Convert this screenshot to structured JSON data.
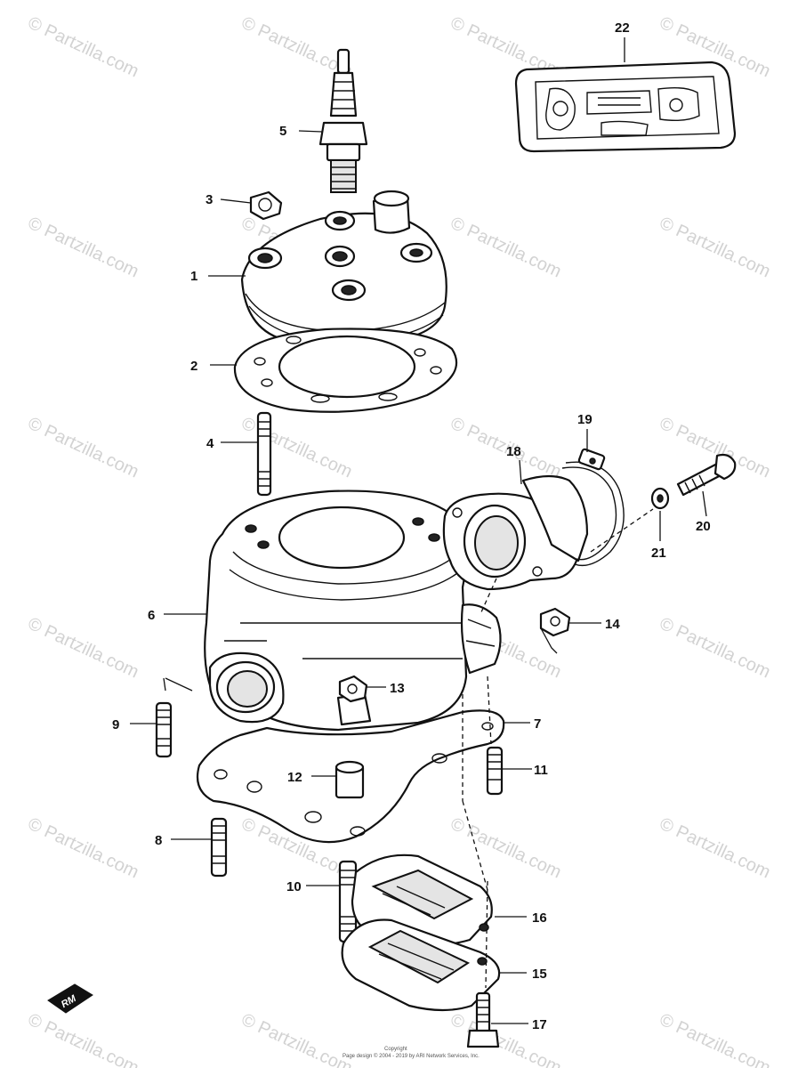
{
  "watermark": {
    "text": "© Partzilla.com"
  },
  "callouts": [
    {
      "id": "1",
      "label": "1"
    },
    {
      "id": "2",
      "label": "2"
    },
    {
      "id": "3",
      "label": "3"
    },
    {
      "id": "4",
      "label": "4"
    },
    {
      "id": "5",
      "label": "5"
    },
    {
      "id": "6",
      "label": "6"
    },
    {
      "id": "7",
      "label": "7"
    },
    {
      "id": "8",
      "label": "8"
    },
    {
      "id": "9",
      "label": "9"
    },
    {
      "id": "10",
      "label": "10"
    },
    {
      "id": "11",
      "label": "11"
    },
    {
      "id": "12",
      "label": "12"
    },
    {
      "id": "13",
      "label": "13"
    },
    {
      "id": "14",
      "label": "14"
    },
    {
      "id": "15",
      "label": "15"
    },
    {
      "id": "16",
      "label": "16"
    },
    {
      "id": "17",
      "label": "17"
    },
    {
      "id": "18",
      "label": "18"
    },
    {
      "id": "19",
      "label": "19"
    },
    {
      "id": "20",
      "label": "20"
    },
    {
      "id": "21",
      "label": "21"
    },
    {
      "id": "22",
      "label": "22"
    }
  ],
  "footer": {
    "line1": "Copyright",
    "line2": "Page design © 2004 - 2019 by ARI Network Services, Inc."
  },
  "corner_mark": {
    "text": "RM"
  }
}
